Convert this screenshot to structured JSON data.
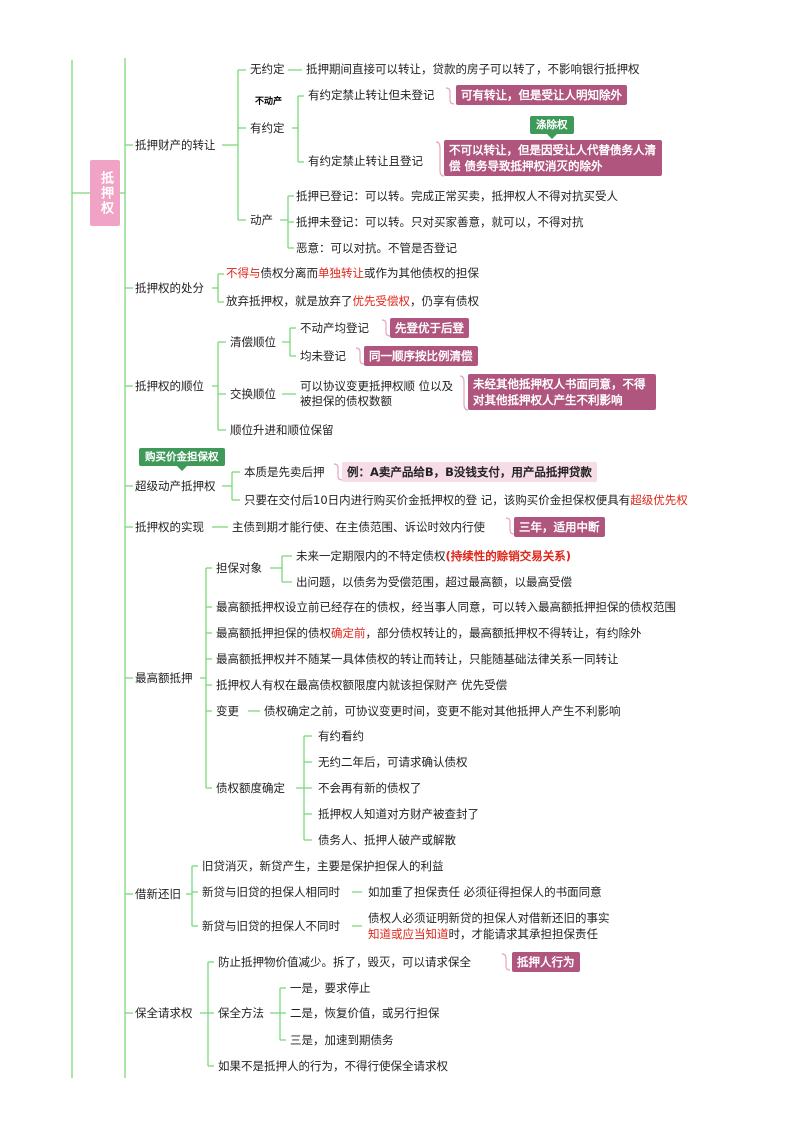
{
  "root": "抵押权",
  "sections": {
    "transfer": {
      "label": "抵押财产的转让",
      "no_agreement": "无约定",
      "no_agreement_desc": "抵押期间直接可以转让，贷款的房子可以转了，不影响银行抵押权",
      "real_estate_tag": "不动产",
      "has_agreement": "有约定",
      "forbid_unregistered": "有约定禁止转让但未登记",
      "forbid_unregistered_note": "可有转让，但是受让人明知除外",
      "remove_tag": "涤除权",
      "forbid_registered": "有约定禁止转让且登记",
      "forbid_registered_note": "不可以转让，但是因受让人代替债务人清偿 债务导致抵押权消灭的除外",
      "movable": "动产",
      "movable_1": "抵押已登记：可以转。完成正常买卖，抵押权人不得对抗买受人",
      "movable_2": "抵押未登记：可以转。只对买家善意，就可以，不得对抗",
      "movable_3": "恶意：可以对抗。不管是否登记"
    },
    "disposal": {
      "label": "抵押权的处分",
      "line1_a": "不得与",
      "line1_b": "债权分离而",
      "line1_c": "单独转让",
      "line1_d": "或作为其他债权的担保",
      "line2_a": "放弃抵押权，就是放弃了",
      "line2_b": "优先受偿权",
      "line2_c": "，仍享有债权"
    },
    "order": {
      "label": "抵押权的顺位",
      "repay": "清偿顺位",
      "repay_1": "不动产均登记",
      "repay_1_note": "先登优于后登",
      "repay_2": "均未登记",
      "repay_2_note": "同一顺序按比例清偿",
      "exchange": "交换顺位",
      "exchange_desc": "可以协议变更抵押权顺 位以及被担保的债权数额",
      "exchange_note": "未经其他抵押权人书面同意，不得对其他抵押权人产生不利影响",
      "advance": "顺位升进和顺位保留"
    },
    "super": {
      "tag": "购买价金担保权",
      "label": "超级动产抵押权",
      "line1": "本质是先卖后押",
      "line1_note": "例：A卖产品给B，B没钱支付，用产品抵押贷款",
      "line2_a": "只要在交付后10日内进行购买价金抵押权的登 记，该购买价金担保权便具有",
      "line2_b": "超级优先权"
    },
    "realize": {
      "label": "抵押权的实现",
      "desc": "主债到期才能行使、在主债范围、诉讼时效内行使",
      "note": "三年，适用中断"
    },
    "max": {
      "label": "最高额抵押",
      "object": "担保对象",
      "object_1a": "未来一定期限内的不特定债权",
      "object_1b": "(持续性的赊销交易关系)",
      "object_2": "出问题，以债务为受偿范围，超过最高额，以最高受偿",
      "item1": "最高额抵押权设立前已经存在的债权，经当事人同意，可以转入最高额抵押担保的债权范围",
      "item2_a": "最高额抵押担保的债权",
      "item2_b": "确定前",
      "item2_c": "，部分债权转让的，最高额抵押权不得转让，有约除外",
      "item3": "最高额抵押权并不随某一具体债权的转让而转让，只能随基础法律关系一同转让",
      "item4": "抵押权人有权在最高债权额限度内就该担保财产 优先受偿",
      "change": "变更",
      "change_desc": "债权确定之前，可协议变更时间，变更不能对其他抵押人产生不利影响",
      "confirm": "债权额度确定",
      "confirm_1": "有约看约",
      "confirm_2": "无约二年后，可请求确认债权",
      "confirm_3": "不会再有新的债权了",
      "confirm_4": "抵押权人知道对方财产被查封了",
      "confirm_5": "债务人、抵押人破产或解散"
    },
    "loan": {
      "label": "借新还旧",
      "line1": "旧贷消灭，新贷产生，主要是保护担保人的利益",
      "line2": "新贷与旧贷的担保人相同时",
      "line2_desc": "如加重了担保责任 必须征得担保人的书面同意",
      "line3": "新贷与旧贷的担保人不同时",
      "line3_desc_a": "债权人必须证明新贷的担保人对借新还旧的事实",
      "line3_desc_b": "知道或应当知道",
      "line3_desc_c": "时，才能请求其承担担保责任"
    },
    "preserve": {
      "label": "保全请求权",
      "line1": "防止抵押物价值减少。拆了，毁灭，可以请求保全",
      "line1_note": "抵押人行为",
      "method": "保全方法",
      "method_1": "一是，要求停止",
      "method_2": "二是，恢复价值，或另行担保",
      "method_3": "三是，加速到期债务",
      "line3": "如果不是抵押人的行为，不得行使保全请求权"
    }
  },
  "colors": {
    "line": "#7dd87d",
    "pill": "#b0567e",
    "tag": "#3f9a5a",
    "root": "#f1a3c6",
    "highlight": "#e0261b"
  }
}
